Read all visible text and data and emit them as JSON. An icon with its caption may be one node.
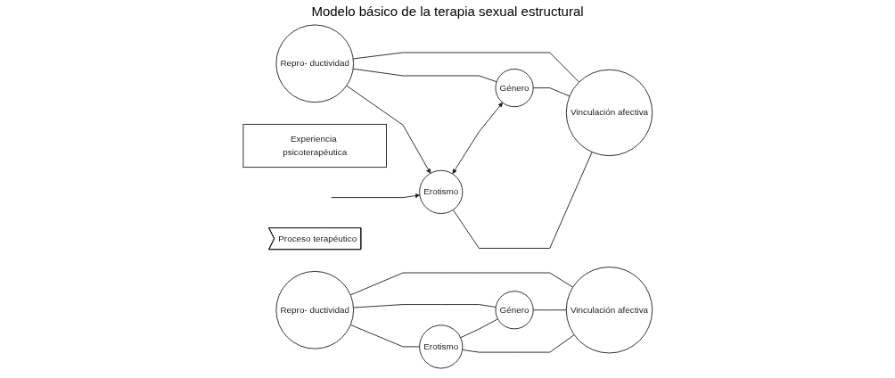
{
  "diagram": {
    "title": "Modelo básico de la terapia sexual estructural",
    "nodes": [
      {
        "text": [
          "Repro- ductividad"
        ]
      },
      {
        "text": [
          "Género"
        ]
      },
      {
        "text": [
          "Erotismo"
        ]
      },
      {
        "text": [
          "Vinculación afectiva"
        ]
      },
      {
        "text": [
          "Experiencia psicoterapéutica"
        ]
      },
      {
        "text": [
          "Repro- ductividad"
        ]
      },
      {
        "text": [
          "Género"
        ]
      },
      {
        "text": [
          "Erotismo"
        ]
      },
      {
        "text": [
          "Vinculación afectiva"
        ]
      },
      {
        "text": [
          "Proceso terapéutico"
        ]
      }
    ],
    "edges": [
      {
        "from": 0,
        "to": 1,
        "arrow": "none"
      },
      {
        "from": 0,
        "to": 3,
        "arrow": "none"
      },
      {
        "from": 0,
        "to": 2,
        "arrow": "to"
      },
      {
        "from": null,
        "to": 2,
        "arrow": "to"
      },
      {
        "from": 2,
        "to": 1,
        "arrow": "both"
      },
      {
        "from": 1,
        "to": 3,
        "arrow": "none"
      },
      {
        "from": 2,
        "to": 3,
        "arrow": "none"
      },
      {
        "from": 5,
        "to": 6,
        "arrow": "none"
      },
      {
        "from": 5,
        "to": 8,
        "arrow": "none"
      },
      {
        "from": 5,
        "to": 7,
        "arrow": "none"
      },
      {
        "from": 7,
        "to": 6,
        "arrow": "none"
      },
      {
        "from": 6,
        "to": 8,
        "arrow": "none"
      },
      {
        "from": 7,
        "to": 8,
        "arrow": "none"
      }
    ]
  }
}
